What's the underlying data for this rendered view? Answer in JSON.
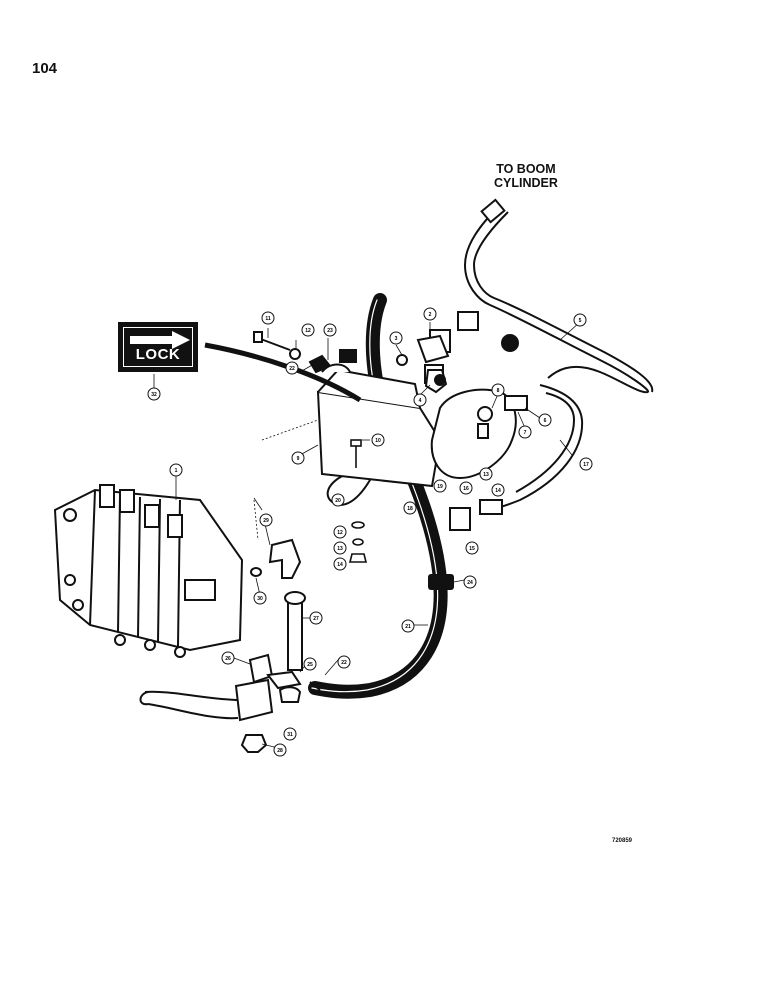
{
  "page_number": "104",
  "reference_number": "720859",
  "callouts": {
    "to_boom_cylinder_line1": "TO BOOM",
    "to_boom_cylinder_line2": "CYLINDER"
  },
  "lock_sign": {
    "label": "LOCK"
  },
  "part_bubbles": [
    "1",
    "2",
    "3",
    "4",
    "5",
    "6",
    "7",
    "8",
    "9",
    "10",
    "11",
    "12",
    "12",
    "13",
    "13",
    "14",
    "14",
    "15",
    "16",
    "17",
    "18",
    "19",
    "20",
    "21",
    "22",
    "22",
    "23",
    "24",
    "25",
    "26",
    "27",
    "28",
    "29",
    "30",
    "31",
    "32"
  ]
}
